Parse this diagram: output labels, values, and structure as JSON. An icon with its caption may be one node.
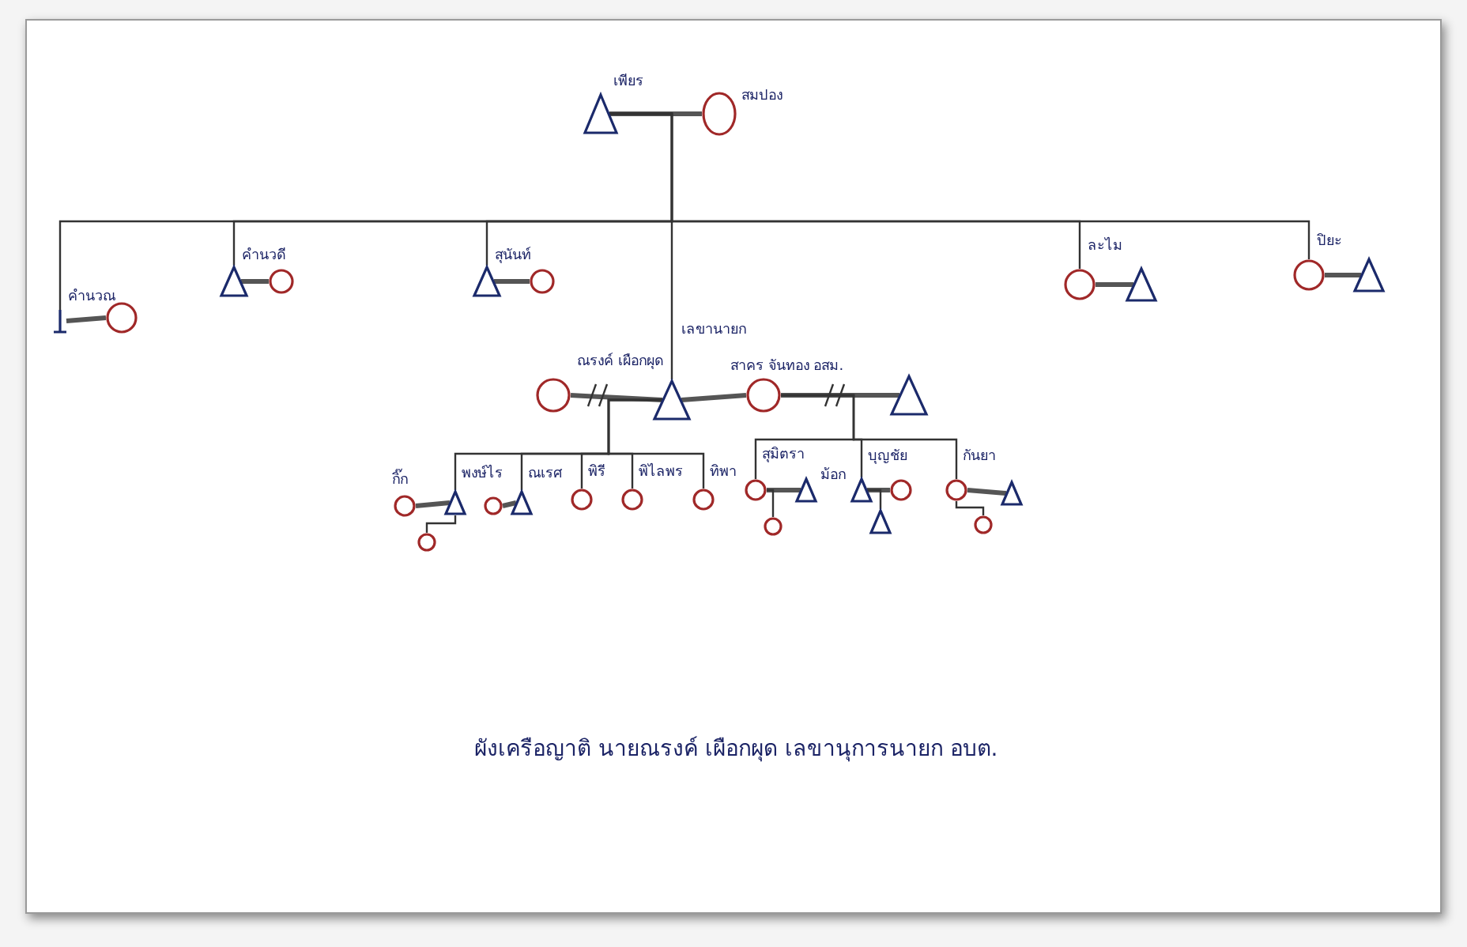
{
  "diagram": {
    "caption": "ผังเครือญาติ นายณรงค์ เผือกผุด เลขานุการนายก อบต.",
    "nodes": [
      {
        "text": [
          "เพียร"
        ]
      },
      {
        "text": [
          "สมปอง"
        ]
      },
      {
        "text": [
          "คำนวณ"
        ]
      },
      {
        "text": [],
        "shape": "circle"
      },
      {
        "text": [
          "คำนวดี"
        ]
      },
      {
        "text": [],
        "shape": "circle"
      },
      {
        "text": [
          "สุนันท์"
        ]
      },
      {
        "text": [],
        "shape": "circle"
      },
      {
        "text": [
          "เลขานายก",
          "ณรงค์ เผือกผุด"
        ]
      },
      {
        "text": [],
        "shape": "circle"
      },
      {
        "text": [
          "สาคร จันทอง อสม."
        ]
      },
      {
        "text": [],
        "shape": "triangle"
      },
      {
        "text": [
          "ละไม"
        ]
      },
      {
        "text": [],
        "shape": "triangle"
      },
      {
        "text": [
          "ปิยะ"
        ]
      },
      {
        "text": [],
        "shape": "triangle"
      },
      {
        "text": [
          "พงษ์ไร"
        ]
      },
      {
        "text": [
          "กิ๊ก"
        ]
      },
      {
        "text": [],
        "shape": "circle"
      },
      {
        "text": [
          "ณเรศ"
        ]
      },
      {
        "text": [],
        "shape": "circle"
      },
      {
        "text": [
          "พิรี"
        ]
      },
      {
        "text": [
          "พิไลพร"
        ]
      },
      {
        "text": [
          "ทิพา"
        ]
      },
      {
        "text": [
          "สุมิตรา"
        ]
      },
      {
        "text": [
          "ม้อก"
        ]
      },
      {
        "text": [],
        "shape": "circle"
      },
      {
        "text": [
          "บุญชัย"
        ]
      },
      {
        "text": [],
        "shape": "circle"
      },
      {
        "text": [],
        "shape": "triangle"
      },
      {
        "text": [
          "กันยา"
        ]
      },
      {
        "text": [],
        "shape": "triangle"
      },
      {
        "text": [],
        "shape": "circle"
      }
    ],
    "edges": [
      {
        "from": 0,
        "to": 1,
        "arrow": "none",
        "style": "thick"
      },
      {
        "from": 2,
        "to": 3,
        "arrow": "none",
        "style": "thick"
      },
      {
        "from": 4,
        "to": 5,
        "arrow": "none",
        "style": "thick"
      },
      {
        "from": 6,
        "to": 7,
        "arrow": "none",
        "style": "thick"
      },
      {
        "from": 8,
        "to": 9,
        "arrow": "none",
        "style": "thick"
      },
      {
        "from": 8,
        "to": 10,
        "arrow": "none",
        "style": "thick"
      },
      {
        "from": 10,
        "to": 11,
        "arrow": "none",
        "style": "thick"
      },
      {
        "from": 12,
        "to": 13,
        "arrow": "none",
        "style": "thick"
      },
      {
        "from": 14,
        "to": 15,
        "arrow": "none",
        "style": "thick"
      },
      {
        "from": 17,
        "to": 16,
        "arrow": "none",
        "style": "thick"
      },
      {
        "from": 20,
        "to": 19,
        "arrow": "none",
        "style": "thick"
      },
      {
        "from": 24,
        "to": 25,
        "arrow": "none",
        "style": "thick"
      },
      {
        "from": 27,
        "to": 28,
        "arrow": "none",
        "style": "thick"
      },
      {
        "from": 30,
        "to": 31,
        "arrow": "none",
        "style": "thick"
      },
      {
        "from": 0,
        "to": 2,
        "arrow": "none"
      },
      {
        "from": 0,
        "to": 4,
        "arrow": "none"
      },
      {
        "from": 0,
        "to": 6,
        "arrow": "none"
      },
      {
        "from": 0,
        "to": 8,
        "arrow": "none"
      },
      {
        "from": 0,
        "to": 12,
        "arrow": "none"
      },
      {
        "from": 0,
        "to": 14,
        "arrow": "none"
      },
      {
        "from": 8,
        "to": 16,
        "arrow": "none"
      },
      {
        "from": 8,
        "to": 19,
        "arrow": "none"
      },
      {
        "from": 8,
        "to": 21,
        "arrow": "none"
      },
      {
        "from": 8,
        "to": 22,
        "arrow": "none"
      },
      {
        "from": 8,
        "to": 23,
        "arrow": "none"
      },
      {
        "from": 10,
        "to": 24,
        "arrow": "none"
      },
      {
        "from": 10,
        "to": 27,
        "arrow": "none"
      },
      {
        "from": 10,
        "to": 30,
        "arrow": "none"
      },
      {
        "from": 16,
        "to": 18,
        "arrow": "none"
      },
      {
        "from": 24,
        "to": 26,
        "arrow": "none"
      },
      {
        "from": 27,
        "to": 29,
        "arrow": "none"
      },
      {
        "from": 30,
        "to": 32,
        "arrow": "none"
      }
    ]
  }
}
